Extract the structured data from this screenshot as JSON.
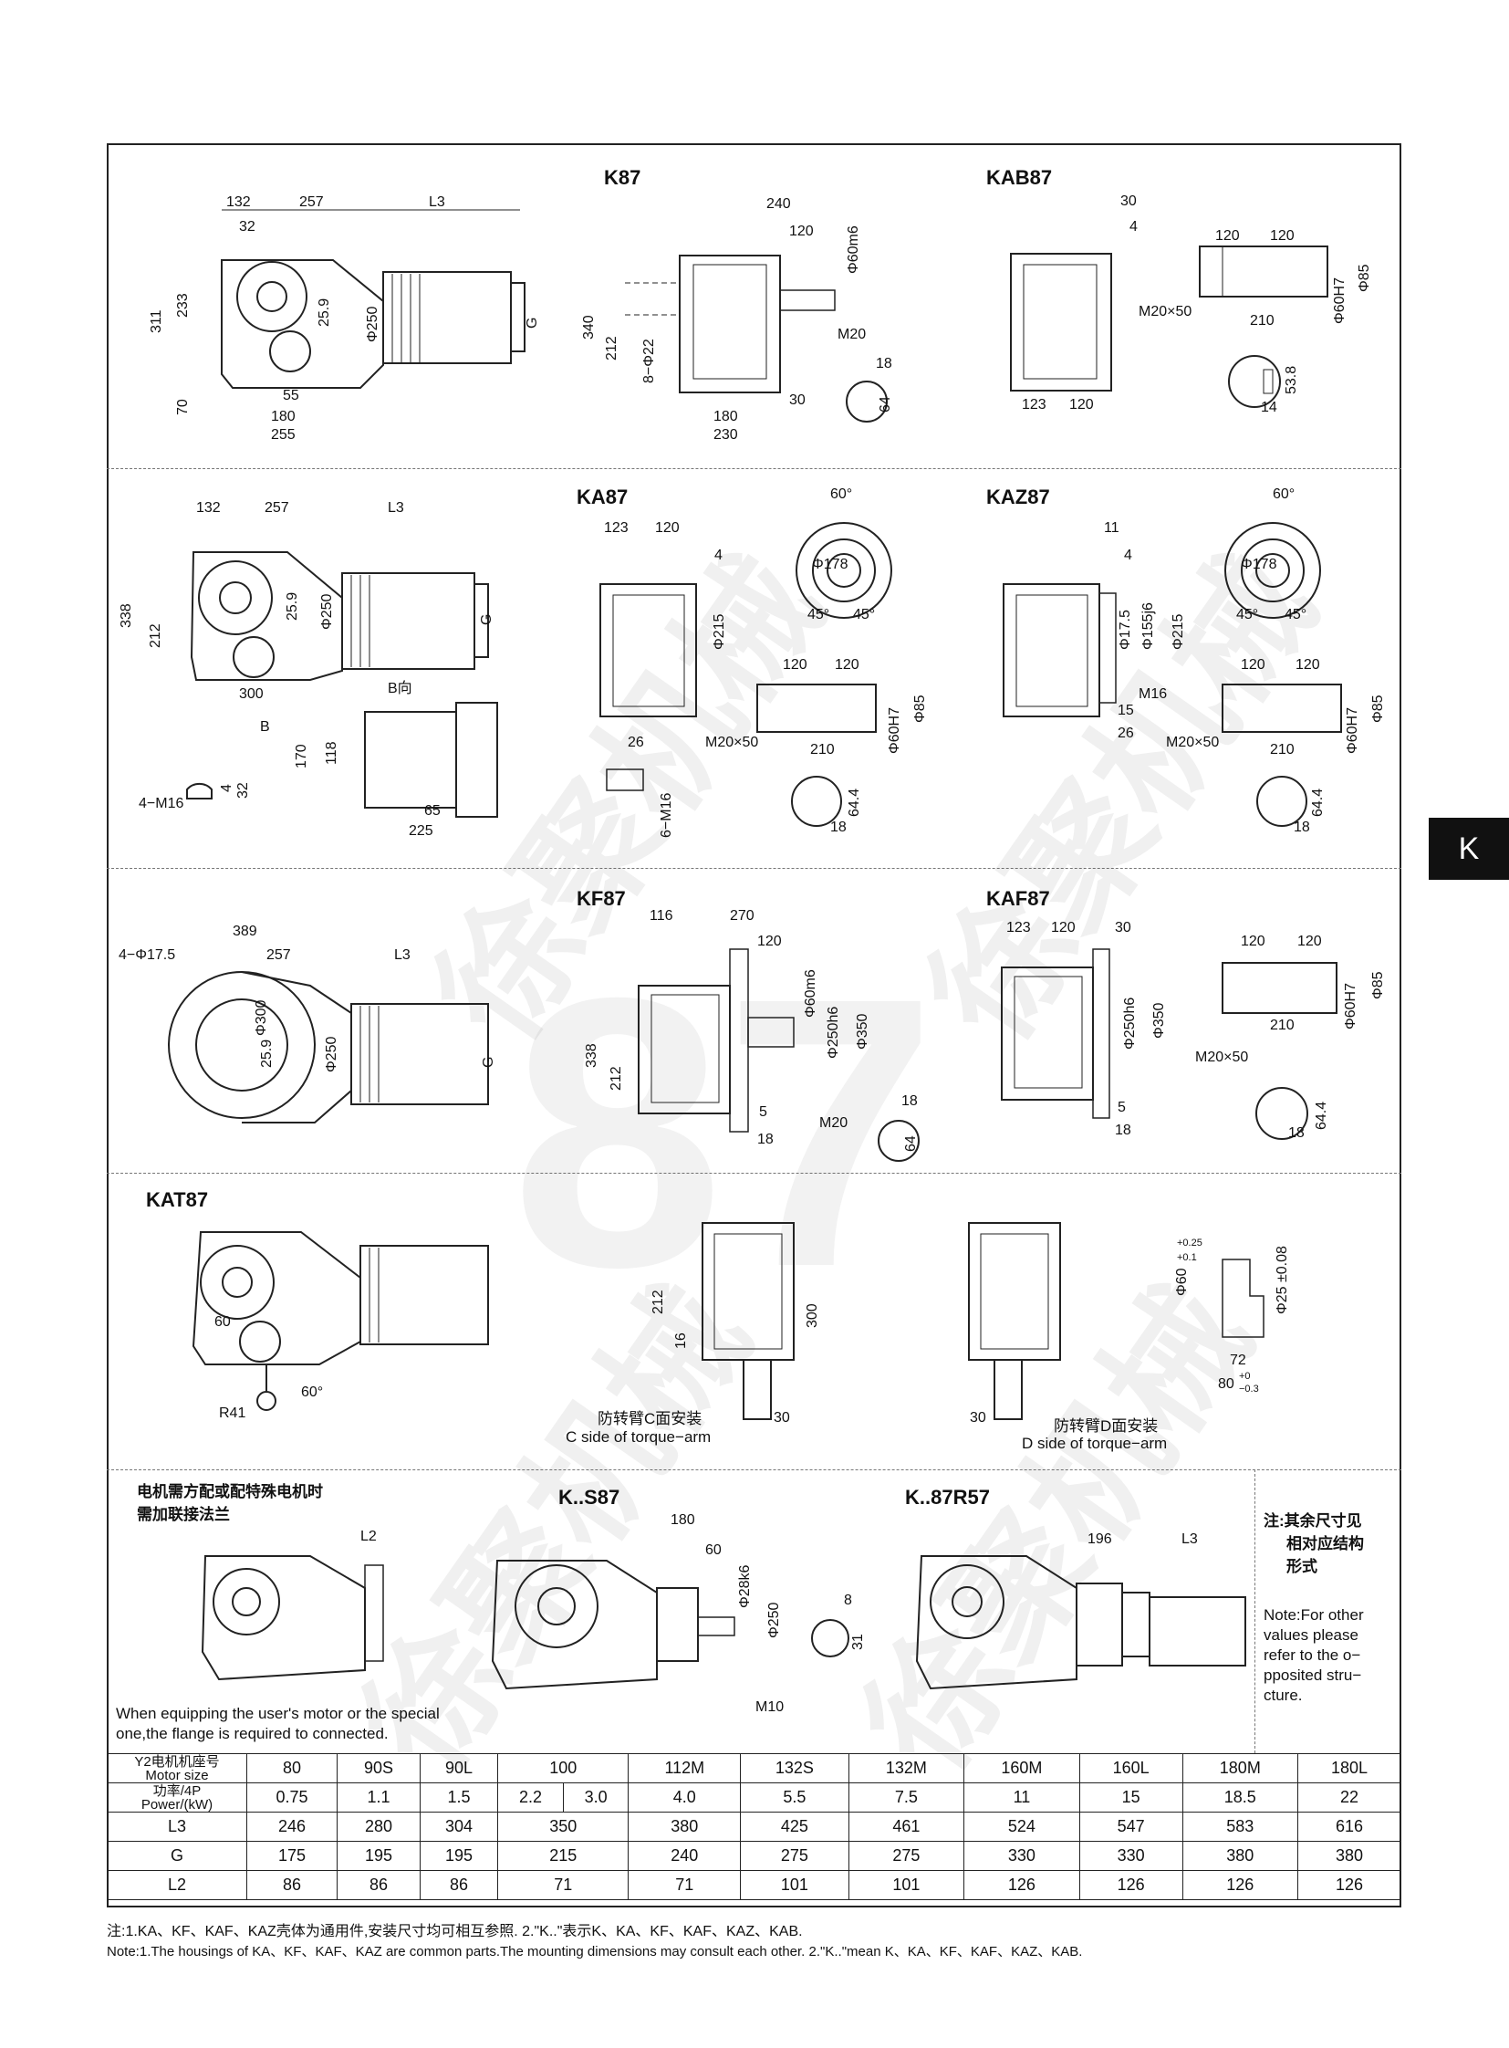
{
  "side_tab": "K",
  "watermarks": [
    "87",
    "徐聚机械"
  ],
  "sections": {
    "k87": {
      "title": "K87",
      "dims": {
        "a": "132",
        "b": "257",
        "c": "L3",
        "d": "32",
        "e": "311",
        "f": "233",
        "g": "25.9",
        "h": "Φ250",
        "i": "G",
        "j": "70",
        "k": "55",
        "l": "180",
        "m": "255"
      }
    },
    "k87_front": {
      "dims": {
        "a": "240",
        "b": "120",
        "c": "Φ60m6",
        "d": "340",
        "e": "212",
        "f": "8−Φ22",
        "g": "M20",
        "h": "18",
        "i": "64",
        "j": "30",
        "k": "180",
        "l": "230"
      }
    },
    "kab87": {
      "title": "KAB87",
      "dims": {
        "a": "30",
        "b": "4",
        "c": "120",
        "d": "120",
        "e": "Φ85",
        "f": "Φ60H7",
        "g": "M20×50",
        "h": "210",
        "i": "53.8",
        "j": "14",
        "k": "123",
        "l": "120"
      }
    },
    "ka87_side": {
      "dims": {
        "a": "132",
        "b": "257",
        "c": "L3",
        "d": "338",
        "e": "212",
        "f": "25.9",
        "g": "Φ250",
        "h": "G",
        "i": "300",
        "j": "B向",
        "k": "B",
        "l": "170",
        "m": "118",
        "n": "65",
        "o": "225",
        "p": "4−M16",
        "q": "4",
        "r": "32"
      }
    },
    "ka87": {
      "title": "KA87",
      "dims": {
        "a": "123",
        "b": "120",
        "c": "4",
        "d": "Φ215",
        "e": "60°",
        "f": "Φ178",
        "g": "45°",
        "h": "45°",
        "i": "26",
        "j": "6−M16",
        "k": "120",
        "l": "120",
        "m": "Φ85",
        "n": "Φ60H7",
        "o": "M20×50",
        "p": "210",
        "q": "64.4",
        "r": "18"
      }
    },
    "kaz87": {
      "title": "KAZ87",
      "dims": {
        "a": "11",
        "b": "4",
        "c": "Φ17.5",
        "d": "Φ155j6",
        "e": "Φ215",
        "f": "M16",
        "g": "15",
        "h": "26",
        "i": "60°",
        "j": "Φ178",
        "k": "45°",
        "l": "45°",
        "m": "120",
        "n": "120",
        "o": "Φ85",
        "p": "Φ60H7",
        "q": "M20×50",
        "r": "210",
        "s": "64.4",
        "t": "18"
      }
    },
    "kf87_side": {
      "dims": {
        "a": "4−Φ17.5",
        "b": "389",
        "c": "257",
        "d": "L3",
        "e": "Φ300",
        "f": "25.9",
        "g": "Φ250",
        "h": "G"
      }
    },
    "kf87": {
      "title": "KF87",
      "dims": {
        "a": "116",
        "b": "270",
        "c": "120",
        "d": "Φ60m6",
        "e": "Φ250h6",
        "f": "Φ350",
        "g": "338",
        "h": "212",
        "i": "5",
        "j": "18",
        "k": "M20",
        "l": "18",
        "m": "64"
      }
    },
    "kaf87": {
      "title": "KAF87",
      "dims": {
        "a": "123",
        "b": "120",
        "c": "30",
        "d": "Φ250h6",
        "e": "Φ350",
        "f": "5",
        "g": "18",
        "h": "120",
        "i": "120",
        "j": "Φ85",
        "k": "Φ60H7",
        "l": "210",
        "m": "M20×50",
        "n": "64.4",
        "o": "18"
      }
    },
    "kat87": {
      "title": "KAT87",
      "dims": {
        "a": "60",
        "b": "R41",
        "c": "60°",
        "d": "212",
        "e": "16",
        "f": "300",
        "g": "30",
        "h": "30",
        "i": "Φ60",
        "j": "+0.25",
        "k": "+0.1",
        "l": "Φ25 ±0.08",
        "m": "72",
        "n": "80",
        "o": "+0",
        "p": "−0.3"
      },
      "c_side_cn": "防转臂C面安装",
      "c_side_en": "C side of torque−arm",
      "d_side_cn": "防转臂D面安装",
      "d_side_en": "D side of torque−arm"
    },
    "flange": {
      "cn_line1": "电机需方配或配特殊电机时",
      "cn_line2": "需加联接法兰",
      "l2": "L2",
      "en_line1": "When equipping the user's motor or the special",
      "en_line2": "one,the flange is required to connected."
    },
    "ks87": {
      "title": "K..S87",
      "dims": {
        "a": "180",
        "b": "60",
        "c": "Φ28k6",
        "d": "Φ250",
        "e": "M10",
        "f": "8",
        "g": "31"
      }
    },
    "k87r57": {
      "title": "K..87R57",
      "dims": {
        "a": "196",
        "b": "L3"
      }
    },
    "note": {
      "cn1": "注:其余尺寸见",
      "cn2": "相对应结构",
      "cn3": "形式",
      "en1": "Note:For other",
      "en2": "values please",
      "en3": "refer to the o−",
      "en4": "pposited stru−",
      "en5": "cture."
    }
  },
  "table": {
    "row_headers": {
      "motor": {
        "cn": "Y2电机机座号",
        "en": "Motor size"
      },
      "power": {
        "cn": "功率/4P",
        "en": "Power/(kW)"
      },
      "l3": "L3",
      "g": "G",
      "l2": "L2"
    },
    "motor_sizes": [
      "80",
      "90S",
      "90L",
      "100",
      "112M",
      "132S",
      "132M",
      "160M",
      "160L",
      "180M",
      "180L"
    ],
    "power": [
      "0.75",
      "1.1",
      "1.5",
      "2.2",
      "3.0",
      "4.0",
      "5.5",
      "7.5",
      "11",
      "15",
      "18.5",
      "22"
    ],
    "l3": [
      "246",
      "280",
      "304",
      "350",
      "380",
      "425",
      "461",
      "524",
      "547",
      "583",
      "616"
    ],
    "g": [
      "175",
      "195",
      "195",
      "215",
      "240",
      "275",
      "275",
      "330",
      "330",
      "380",
      "380"
    ],
    "l2": [
      "86",
      "86",
      "86",
      "71",
      "71",
      "101",
      "101",
      "126",
      "126",
      "126",
      "126"
    ]
  },
  "footer": {
    "cn": "注:1.KA、KF、KAF、KAZ壳体为通用件,安装尺寸均可相互参照.    2.\"K..\"表示K、KA、KF、KAF、KAZ、KAB.",
    "en": "Note:1.The housings of KA、KF、KAF、KAZ are common parts.The mounting dimensions may consult each other. 2.\"K..\"mean K、KA、KF、KAF、KAZ、KAB."
  }
}
